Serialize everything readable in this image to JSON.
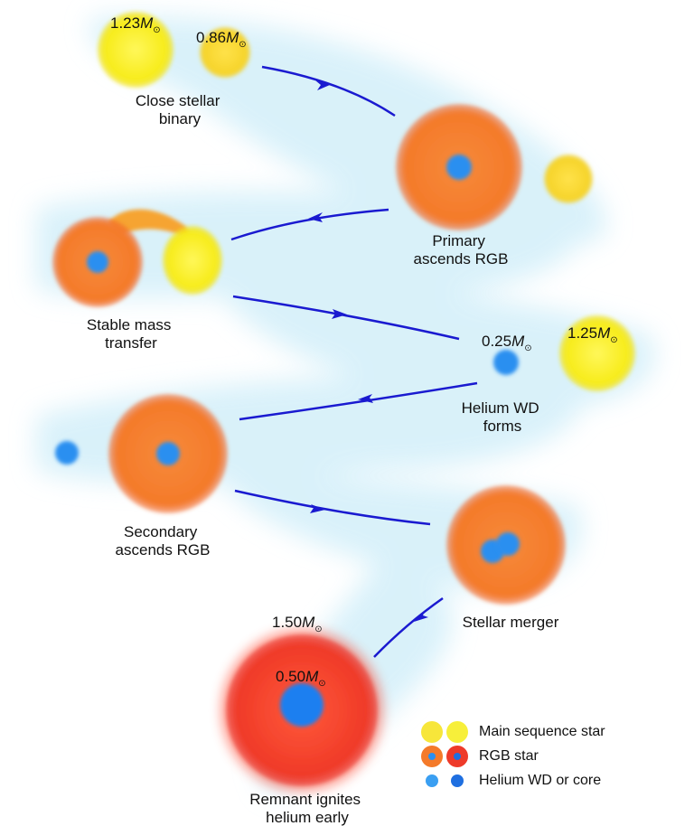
{
  "stages": {
    "binary": {
      "label_line1": "Close stellar",
      "label_line2": "binary",
      "mass_primary": "1.23",
      "mass_secondary": "0.86"
    },
    "primary_rgb": {
      "label_line1": "Primary",
      "label_line2": "ascends RGB"
    },
    "mass_transfer": {
      "label_line1": "Stable mass",
      "label_line2": "transfer"
    },
    "wd_forms": {
      "label_line1": "Helium WD",
      "label_line2": "forms",
      "mass_wd": "0.25",
      "mass_companion": "1.25"
    },
    "secondary_rgb": {
      "label_line1": "Secondary",
      "label_line2": "ascends RGB"
    },
    "merger": {
      "label": "Stellar merger"
    },
    "remnant": {
      "label_line1": "Remnant ignites",
      "label_line2": "helium early",
      "mass_total": "1.50",
      "mass_core": "0.50"
    }
  },
  "mass_symbol": "M",
  "sun_symbol": "⊙",
  "legend": {
    "main_sequence": "Main sequence star",
    "rgb": "RGB star",
    "helium_wd": "Helium WD or core"
  },
  "colors": {
    "main_sequence": "#f5e61a",
    "rgb_orange": "#f47a2a",
    "rgb_red": "#ee3a2a",
    "helium_core": "#2a8ff0",
    "arrow": "#1a1ad0",
    "trail": "#d6f1fa"
  }
}
